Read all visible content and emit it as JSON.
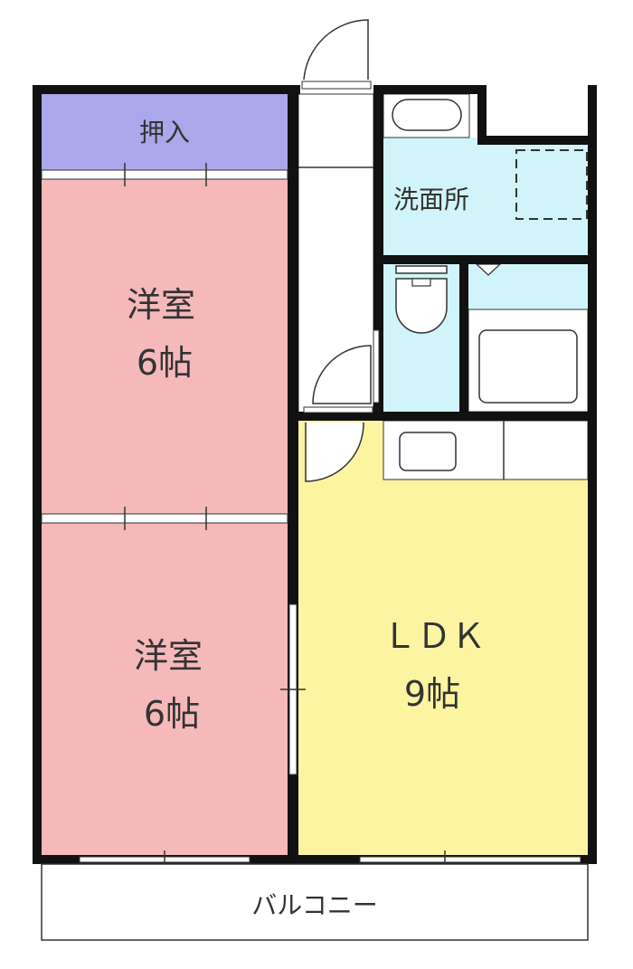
{
  "rooms": {
    "closet": {
      "label": "押入"
    },
    "bedroom1": {
      "label": "洋室",
      "size": "6帖"
    },
    "bedroom2": {
      "label": "洋室",
      "size": "6帖"
    },
    "ldk": {
      "label": "ＬＤＫ",
      "size": "9帖"
    },
    "washroom": {
      "label": "洗面所"
    },
    "balcony": {
      "label": "バルコニー"
    }
  },
  "colors": {
    "closet": "#aaa7ea",
    "bedroom": "#f5b9b9",
    "ldk": "#fdf4a2",
    "wet": "#d0f4f9"
  }
}
